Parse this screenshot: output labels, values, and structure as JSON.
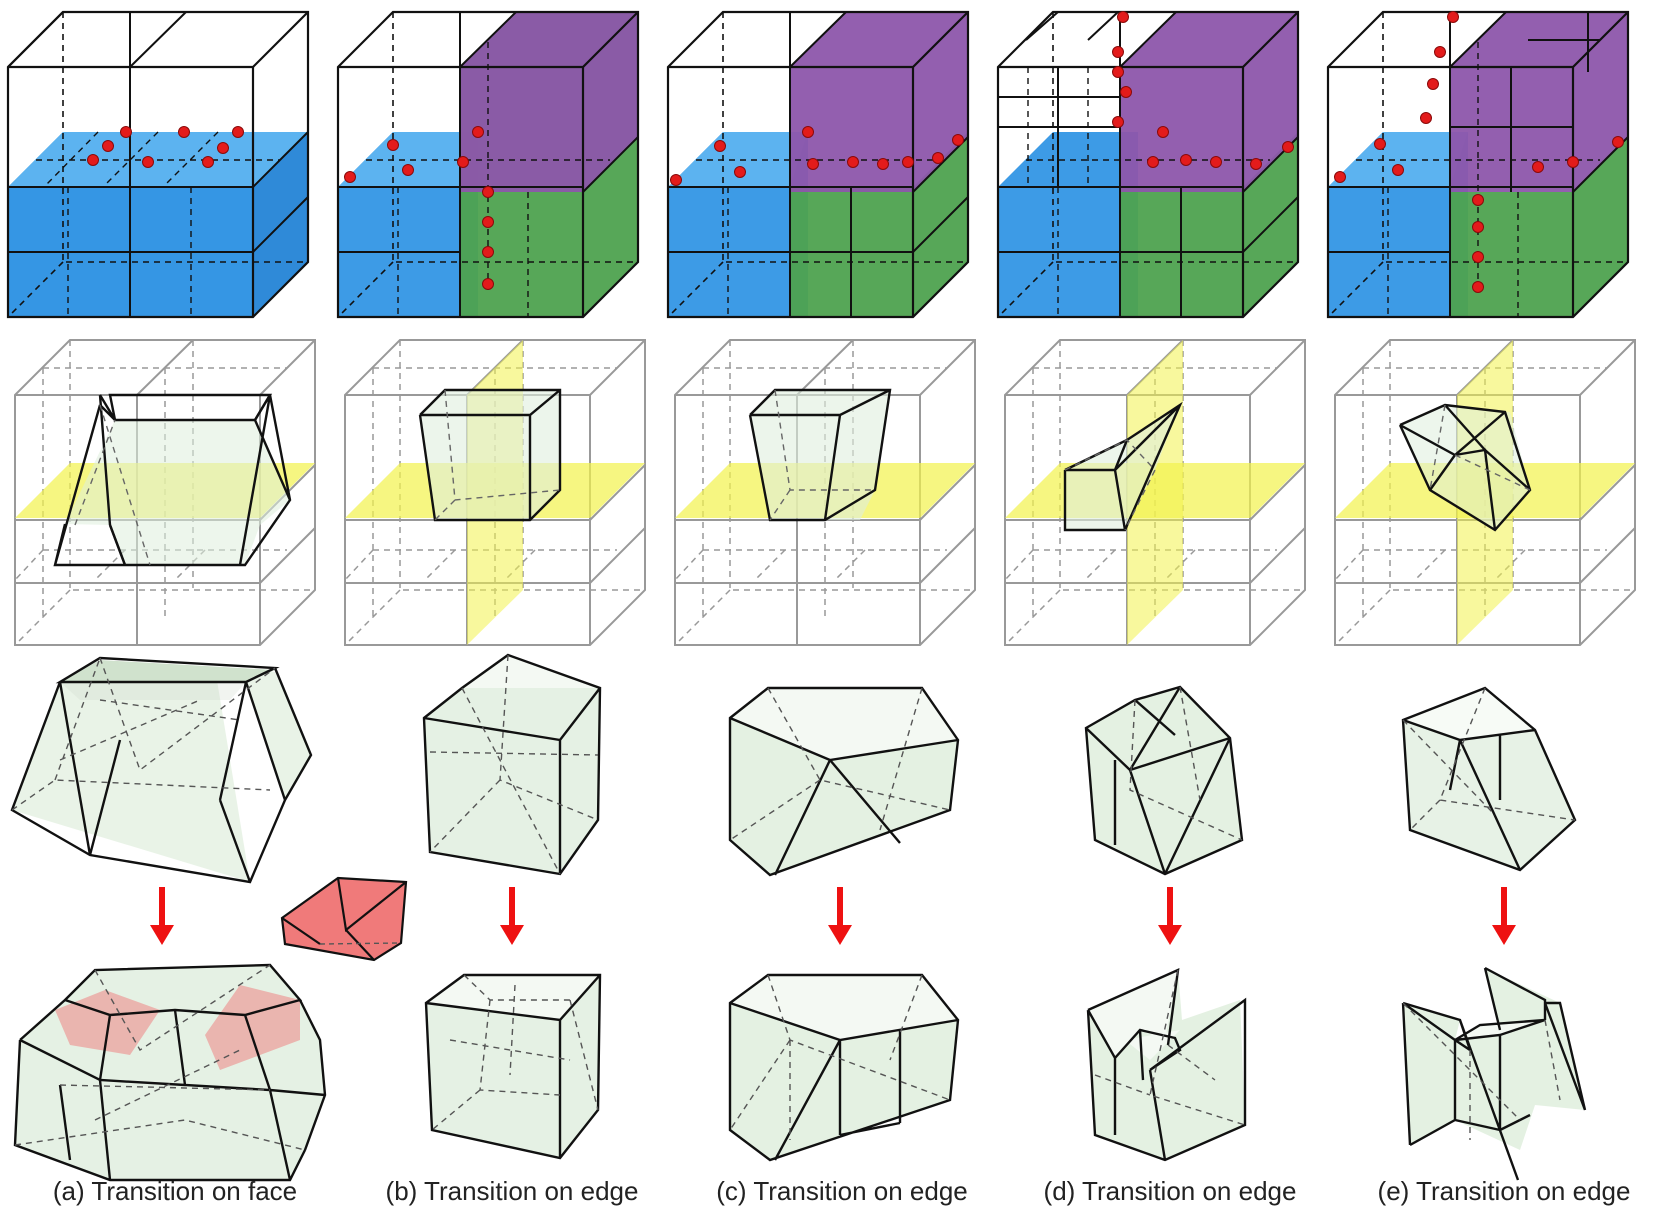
{
  "figure": {
    "captions": [
      "(a) Transition on face",
      "(b) Transition on edge",
      "(c) Transition on edge",
      "(d) Transition on edge",
      "(e) Transition on edge"
    ]
  },
  "colors": {
    "blue": "#3d9be6",
    "purple": "#8d56ab",
    "green": "#4ea24f",
    "yellow": "#f2f24c",
    "cell_fill": "#dfeedd",
    "cell_dark": "#bccbb9",
    "red_marker": "#e31b1b",
    "arrow": "#ee1111",
    "red_block": "#f07a7a",
    "grid": "#999999",
    "edge": "#111111"
  }
}
